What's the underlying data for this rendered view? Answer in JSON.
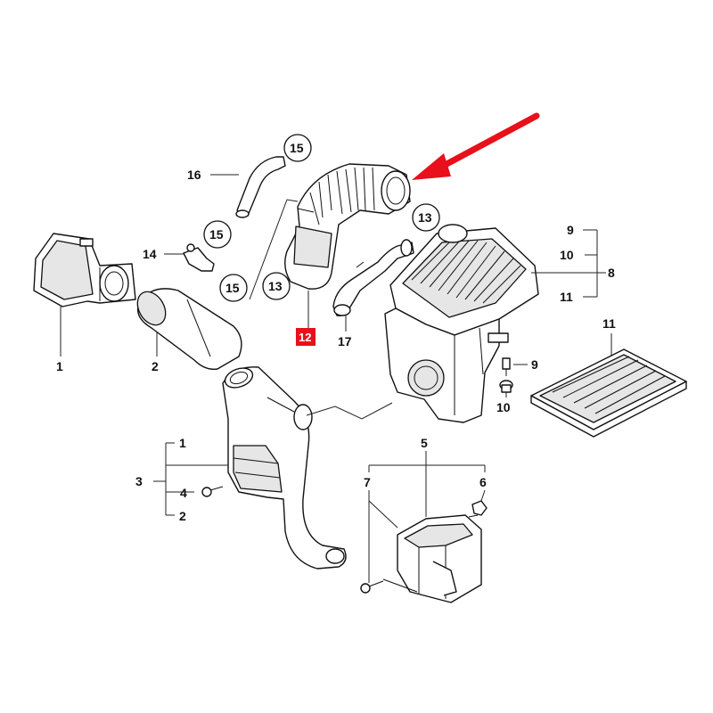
{
  "highlight_color": "#e8101a",
  "arrow_color": "#e8101a",
  "labels": {
    "p1_left": "1",
    "p2_duct": "2",
    "p3": "3",
    "p4": "4",
    "p1_bracket": "1",
    "p2_bracket": "2",
    "p5": "5",
    "p6": "6",
    "p7": "7",
    "p8": "8",
    "p9_top": "9",
    "p10_top": "10",
    "p11_top": "11",
    "p9_bolt": "9",
    "p10_bolt": "10",
    "p11_filter": "11",
    "p12": "12",
    "p13_left": "13",
    "p13_right": "13",
    "p14": "14",
    "p15_top": "15",
    "p15_mid": "15",
    "p15_low": "15",
    "p16": "16",
    "p17": "17"
  }
}
